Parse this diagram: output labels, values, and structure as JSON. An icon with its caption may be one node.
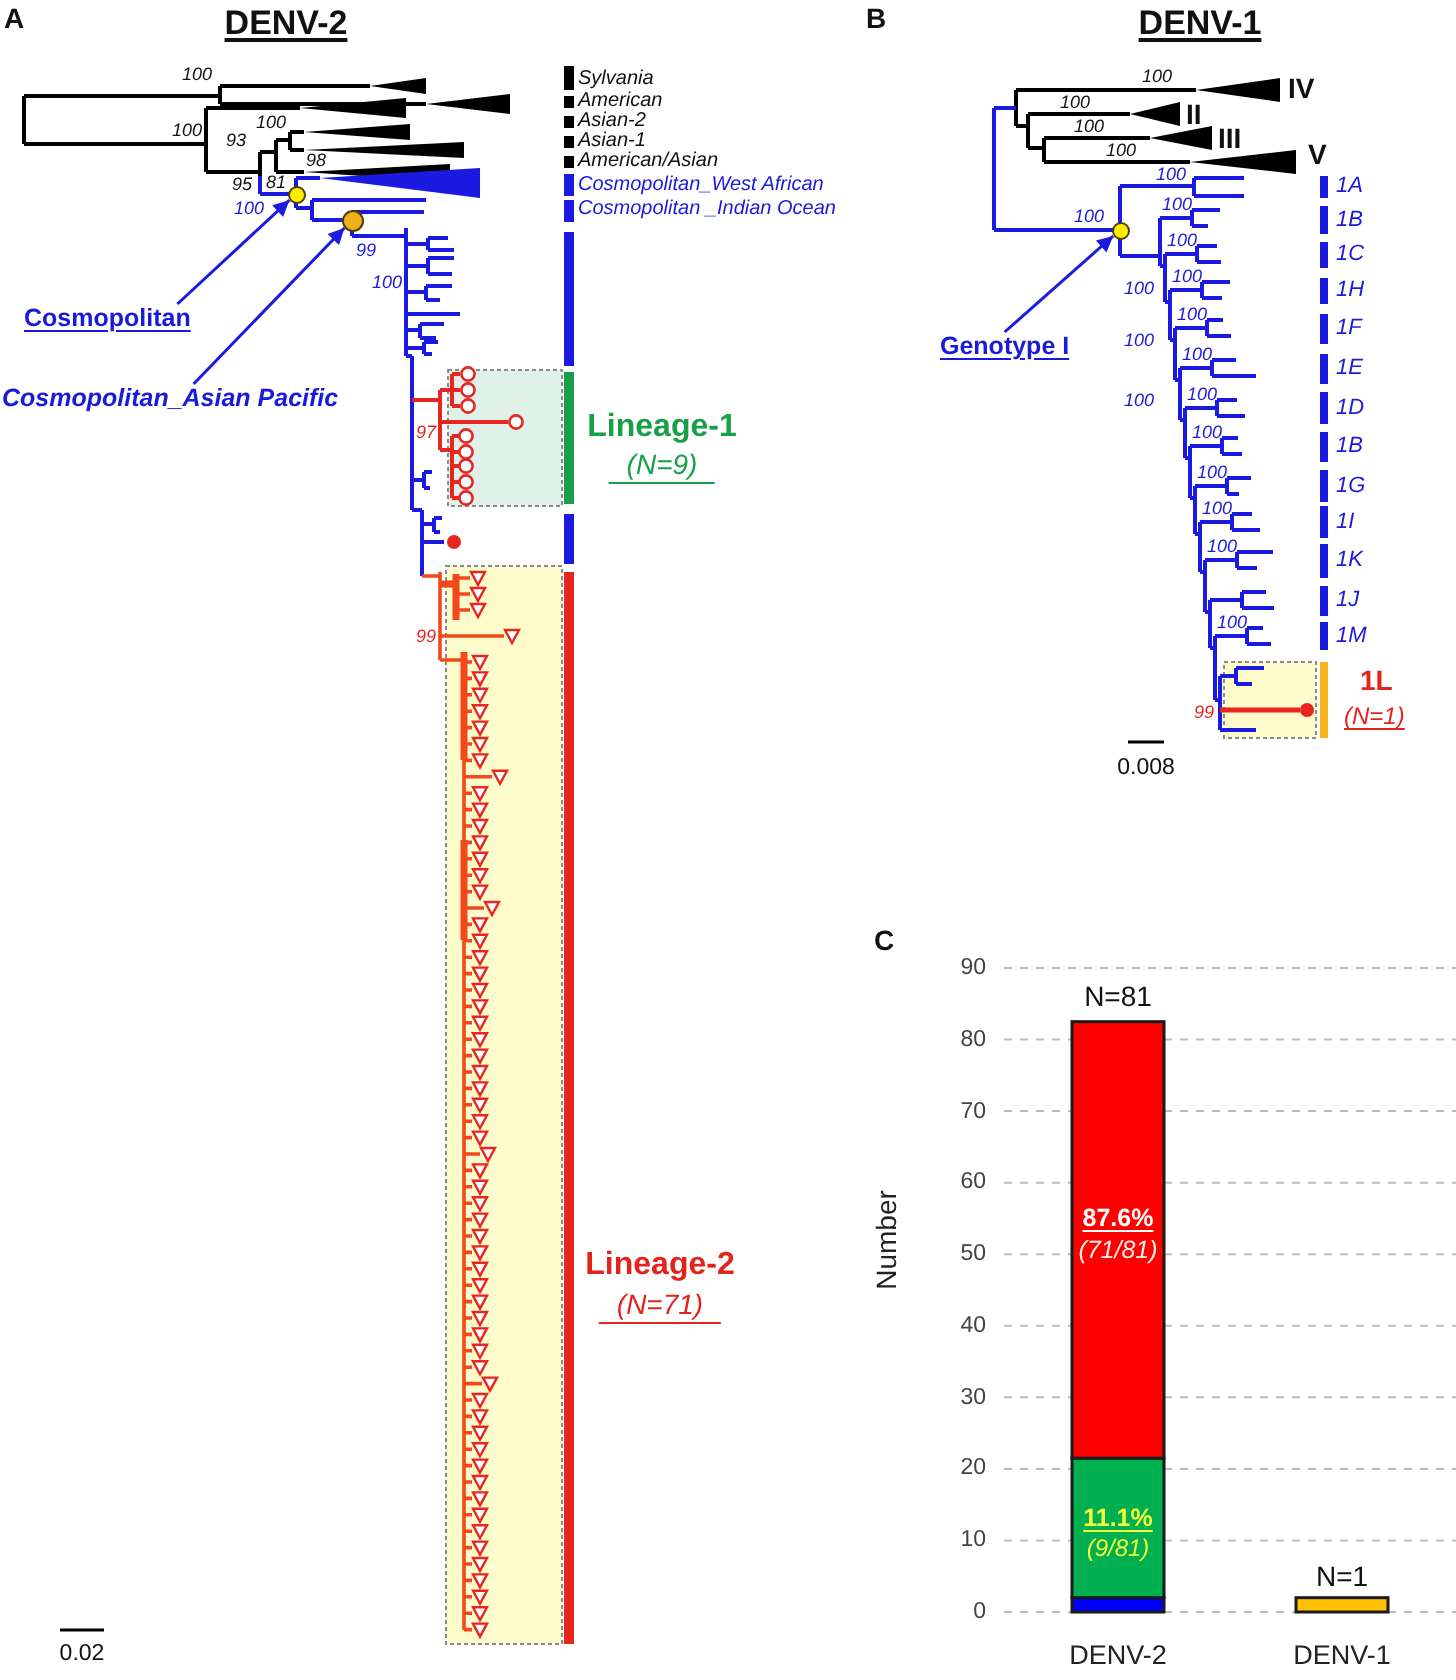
{
  "diagram": {
    "nodes": [
      {
        "text": [
          "Cosmopolitan"
        ]
      },
      {
        "text": [],
        "shape": "circle"
      },
      {
        "text": [
          "Cosmopolitan_Asian Pacific"
        ]
      },
      {
        "text": [],
        "shape": "circle"
      },
      {
        "text": [
          "Genotype I"
        ]
      },
      {
        "text": [],
        "shape": "circle"
      }
    ],
    "edges": [
      {
        "from": 0,
        "to": 1,
        "arrow": "to"
      },
      {
        "from": 2,
        "to": 3,
        "arrow": "to"
      },
      {
        "from": 4,
        "to": 5,
        "arrow": "to"
      }
    ],
    "labels": [
      "A",
      "DENV-2",
      "100",
      "Sylvania",
      "American",
      "100",
      "100",
      "Asian-2",
      "93",
      "Asian-1",
      "98",
      "American/Asian",
      "95",
      "81",
      "Cosmopolitan_West African",
      "100",
      "Cosmopolitan _Indian Ocean",
      "99",
      "100",
      "Lineage-1",
      "(N=9)",
      "97",
      "99",
      "Lineage-2",
      "(N=71)",
      "0.02",
      "B",
      "DENV-1",
      "100",
      "IV",
      "100",
      "II",
      "100",
      "III",
      "100",
      "V",
      "100",
      "1A",
      "100",
      "100",
      "1B",
      "100",
      "1C",
      "100",
      "100",
      "1H",
      "100",
      "1F",
      "100",
      "100",
      "1E",
      "100",
      "100",
      "1D",
      "100",
      "1B",
      "100",
      "1G",
      "100",
      "1I",
      "100",
      "1K",
      "1J",
      "100",
      "1M",
      "1L",
      "99",
      "(N=1)",
      "0.008",
      "C"
    ],
    "chart_data": {
      "type": "bar",
      "ylabel": "Number",
      "categories": [
        "DENV-2",
        "DENV-1"
      ],
      "stacked": true,
      "grid": true,
      "ylim": [
        0,
        90
      ],
      "yticks": [
        0,
        10,
        20,
        30,
        40,
        50,
        60,
        70,
        80,
        90
      ],
      "series": [
        {
          "color": "#0000ff",
          "values": [
            2,
            0
          ]
        },
        {
          "color": "#00b050",
          "values": [
            19.5,
            0
          ]
        },
        {
          "color": "#ff0000",
          "values": [
            61,
            0
          ]
        },
        {
          "color": "#ffc000",
          "values": [
            0,
            2
          ]
        }
      ],
      "annotations": [
        "N=81",
        "87.6%",
        "(71/81)",
        "11.1%",
        "(9/81)",
        "N=1"
      ]
    }
  }
}
